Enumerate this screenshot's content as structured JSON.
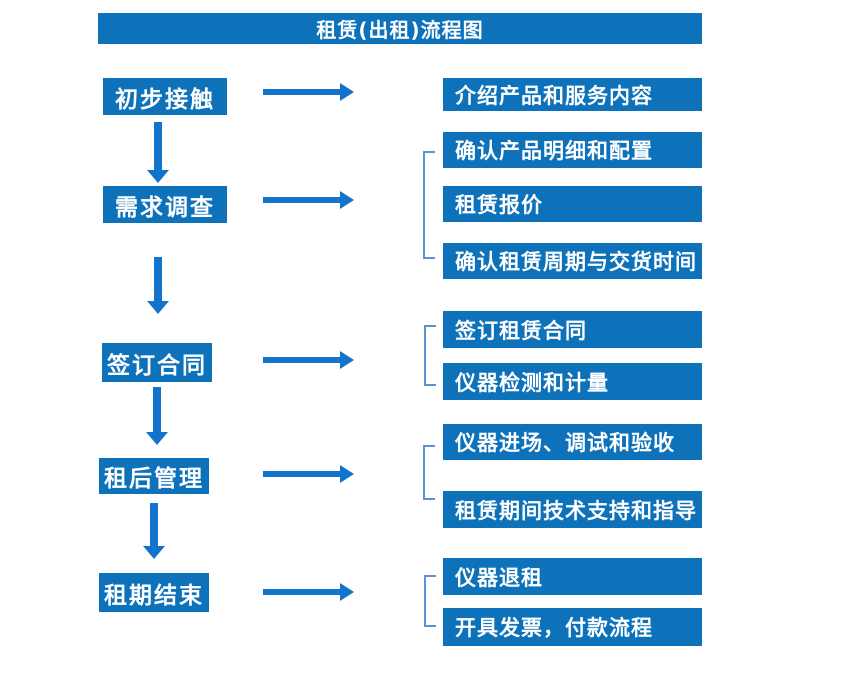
{
  "title": "租赁(出租)流程图",
  "colors": {
    "box_blue": "#0e72ba",
    "arrow_blue": "#1173cb",
    "bracket_blue": "#5b92cf",
    "text": "#ffffff",
    "background": "#ffffff"
  },
  "steps": [
    {
      "label": "初步接触"
    },
    {
      "label": "需求调查"
    },
    {
      "label": "签订合同"
    },
    {
      "label": "租后管理"
    },
    {
      "label": "租期结束"
    }
  ],
  "detail_groups": [
    {
      "items": [
        "介绍产品和服务内容"
      ]
    },
    {
      "items": [
        "确认产品明细和配置",
        "租赁报价",
        "确认租赁周期与交货时间"
      ]
    },
    {
      "items": [
        "签订租赁合同",
        "仪器检测和计量"
      ]
    },
    {
      "items": [
        "仪器进场、调试和验收",
        "租赁期间技术支持和指导"
      ]
    },
    {
      "items": [
        "仪器退租",
        "开具发票，付款流程"
      ]
    }
  ]
}
